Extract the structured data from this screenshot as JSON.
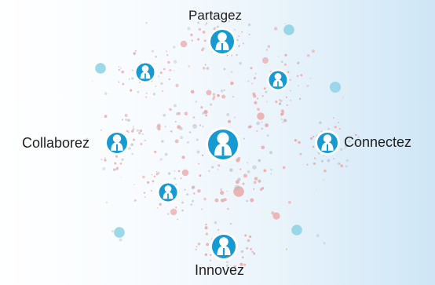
{
  "labels": {
    "top": "Partagez",
    "left": "Collaborez",
    "right": "Connectez",
    "bottom": "Innovez"
  },
  "colors": {
    "node_blue": "#169ad1",
    "node_ring": "#ffffff",
    "coral_dot": "#eba3a2",
    "gray_dot": "#b7b9c2",
    "aqua_dot": "#86cfe3",
    "text": "#1f1f1f"
  },
  "icons": {
    "person": "person-icon"
  }
}
